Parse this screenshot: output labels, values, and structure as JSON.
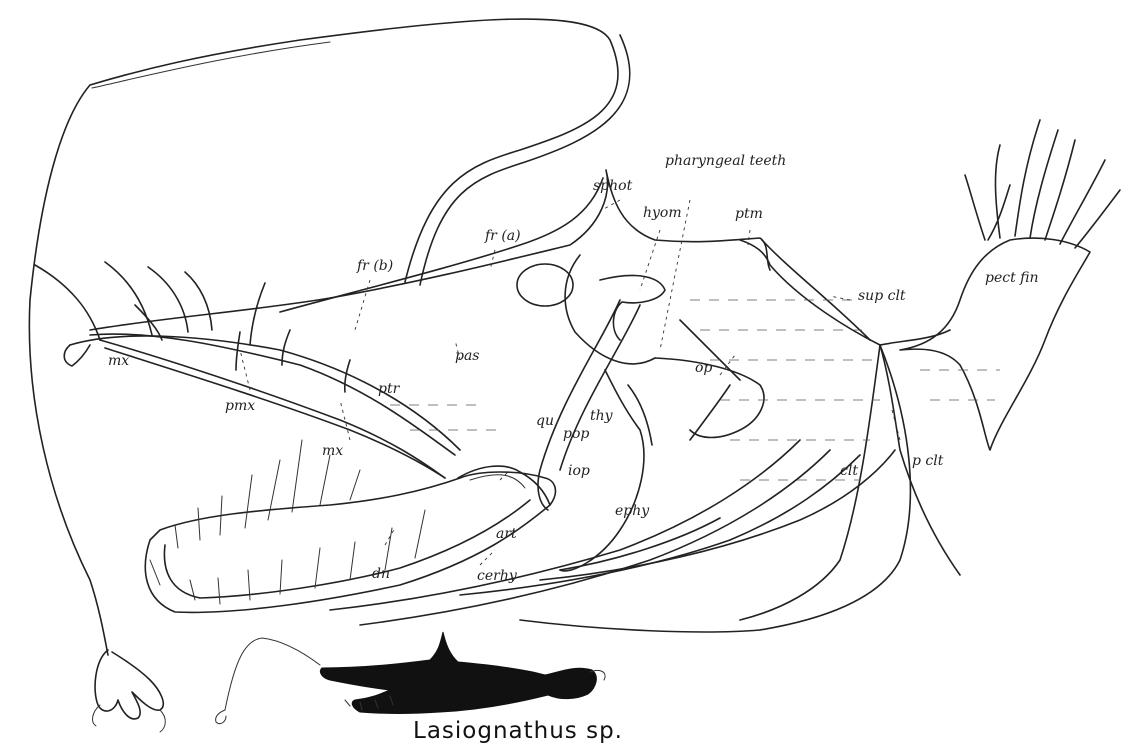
{
  "labels": {
    "sphot": "sphot",
    "pharyngeal_teeth": "pharyngeal teeth",
    "hyom": "hyom",
    "ptm": "ptm",
    "fr_a": "fr (a)",
    "fr_b": "fr (b)",
    "sup_clt": "sup clt",
    "pect_fin": "pect fin",
    "mx_upper": "mx",
    "pmx": "pmx",
    "mx_lower": "mx",
    "pas": "pas",
    "ptr": "ptr",
    "op": "op",
    "thy": "thy",
    "qu": "qu",
    "pop": "pop",
    "iop": "iop",
    "clt": "clt",
    "p_clt": "p clt",
    "ephy": "ephy",
    "art": "art",
    "dn": "dn",
    "cerhy": "cerhy"
  },
  "caption": "Lasiognathus sp.",
  "colors": {
    "ink": "#222222",
    "paper": "#ffffff",
    "silhouette": "#111111"
  }
}
